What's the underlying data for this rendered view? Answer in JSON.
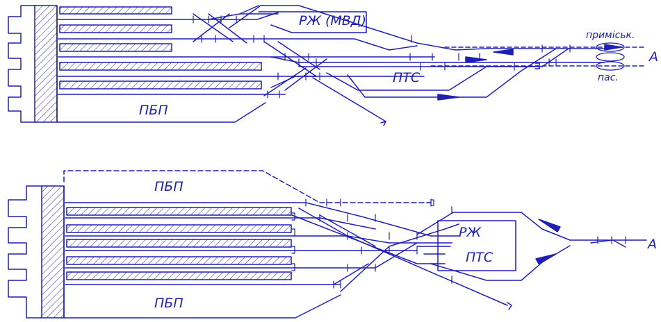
{
  "colors": {
    "ink": "#1f1fb4",
    "background": "#ffffff"
  },
  "top_scheme": {
    "rzh_mvd": "РЖ (МВД)",
    "pts": "ПТС",
    "pbp": "ПБП",
    "suburban": "приміськ.",
    "passenger": "пас.",
    "direction": "А"
  },
  "bottom_scheme": {
    "pbp_upper": "ПБП",
    "pbp_lower": "ПБП",
    "rzh": "РЖ",
    "pts": "ПТС",
    "direction": "А"
  }
}
